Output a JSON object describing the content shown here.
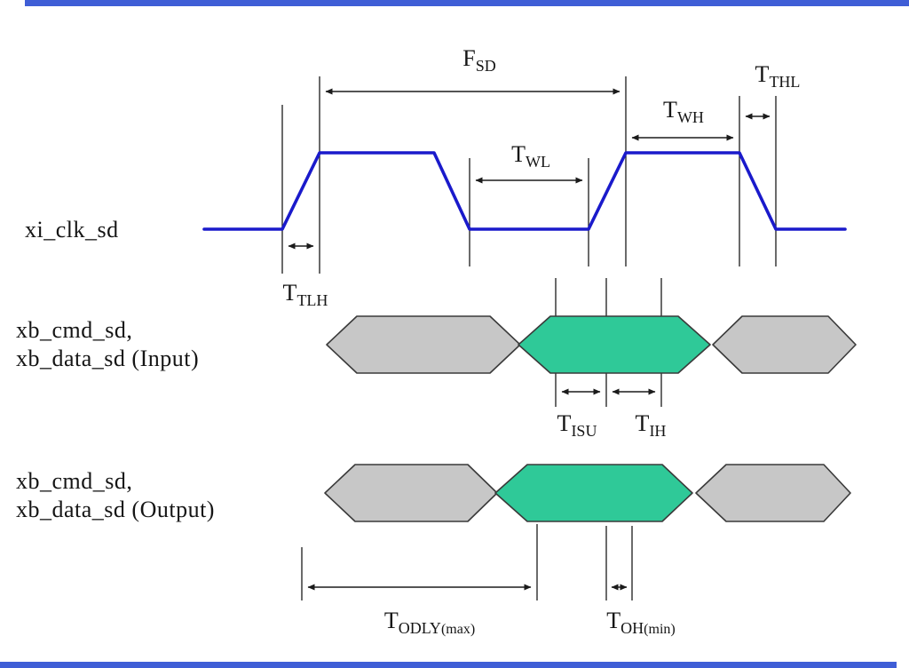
{
  "colors": {
    "border_bar": "#3f5ed6",
    "clock_line": "#1a1acb",
    "valid_window": "#2fc998",
    "invalid_window": "#c7c7c7"
  },
  "signals": [
    {
      "id": "clock",
      "label_lines": [
        "xi_clk_sd"
      ]
    },
    {
      "id": "input",
      "label_lines": [
        "xb_cmd_sd,",
        "xb_data_sd (Input)"
      ]
    },
    {
      "id": "output",
      "label_lines": [
        "xb_cmd_sd,",
        "xb_data_sd (Output)"
      ]
    }
  ],
  "timing_params": {
    "fsd": {
      "main": "F",
      "sub": "SD"
    },
    "twh": {
      "main": "T",
      "sub": "WH"
    },
    "tthl": {
      "main": "T",
      "sub": "THL"
    },
    "twl": {
      "main": "T",
      "sub": "WL"
    },
    "ttlh": {
      "main": "T",
      "sub": "TLH"
    },
    "tisu": {
      "main": "T",
      "sub": "ISU"
    },
    "tih": {
      "main": "T",
      "sub": "IH"
    },
    "todly": {
      "main": "T",
      "sub": "ODLY",
      "qualifier": "(max)"
    },
    "toh": {
      "main": "T",
      "sub": "OH",
      "qualifier": "(min)"
    }
  }
}
